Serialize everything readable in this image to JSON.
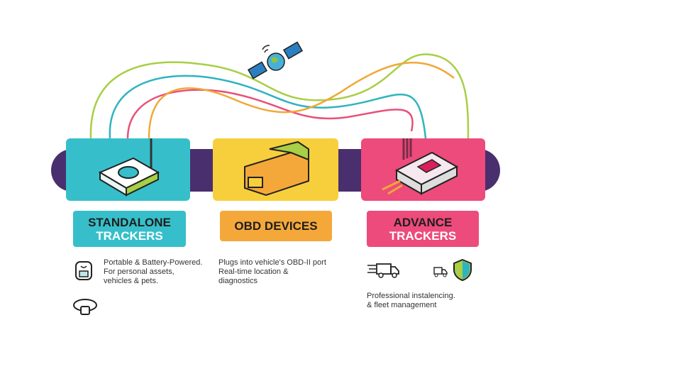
{
  "categories": [
    {
      "title_line1": "STANDALONE",
      "title_line2": "TRACKERS",
      "desc_lines": [
        "Portable & Battery-Powered.",
        "For personal assets,",
        "vehicles & pets."
      ],
      "color": "#36bfca"
    },
    {
      "title_line1": "OBD DEVICES",
      "desc_lines": [
        "Plugs into vehicle's OBD-II port",
        "Real-time location &",
        "diagnostics"
      ],
      "color": "#f7cf3c",
      "label_color": "#f5a83a"
    },
    {
      "title_line1": "ADVANCE",
      "title_line2": "TRACKERS",
      "desc_lines": [
        "Professional instalencing.",
        "& fleet management"
      ],
      "color": "#ec4b7b"
    }
  ],
  "colors": {
    "bar": "#4a2f6e",
    "wire_green": "#a8cf45",
    "wire_teal": "#2fb3c0",
    "wire_pink": "#e8507a",
    "wire_orange": "#f0a838"
  }
}
